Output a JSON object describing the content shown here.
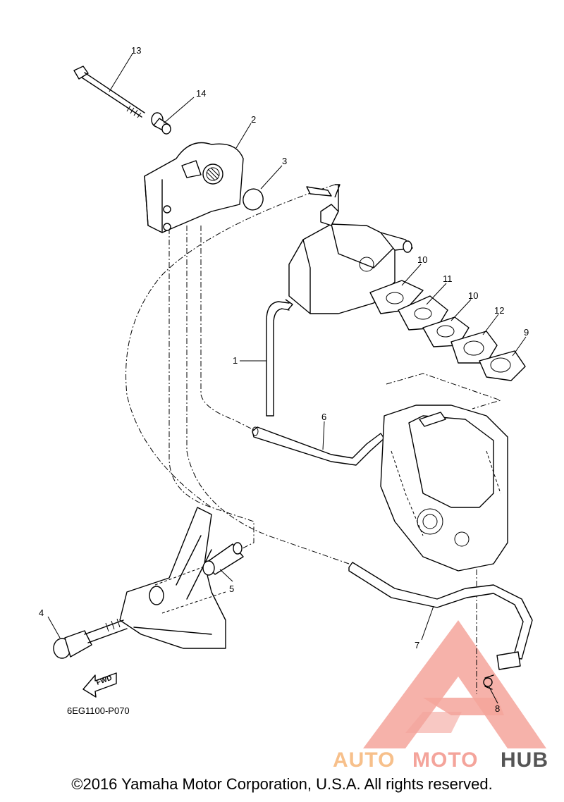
{
  "diagram": {
    "callouts": [
      "1",
      "2",
      "3",
      "4",
      "5",
      "6",
      "7",
      "8",
      "9",
      "10",
      "10",
      "11",
      "12",
      "13",
      "14"
    ],
    "drawing_code": "6EG1100-P070",
    "fwd_label": "FWD"
  },
  "watermark": {
    "text_auto": "AUTO",
    "text_moto": "MOTO",
    "text_hub": "HUB",
    "color_primary": "#f4a49b",
    "color_accent": "#f7c08b",
    "color_hub": "#555555"
  },
  "footer": {
    "copyright": "©2016 Yamaha Motor Corporation, U.S.A. All rights reserved."
  }
}
